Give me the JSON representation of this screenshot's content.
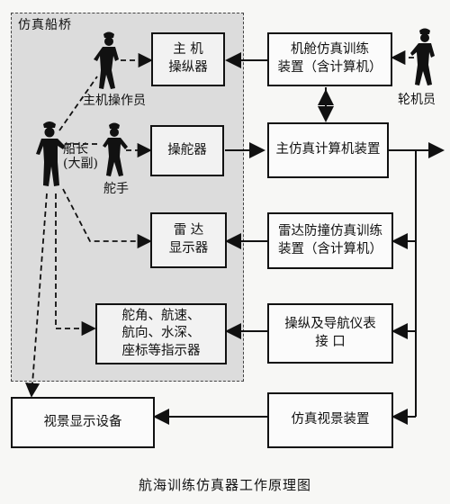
{
  "bridge": {
    "label": "仿真船桥"
  },
  "boxes": {
    "main_engine_ctrl": "主    机\n操纵器",
    "steering": "操舵器",
    "radar_display": "雷    达\n显示器",
    "indicators": "舵角、航速、\n航向、水深、\n座标等指示器",
    "visual_display": "视景显示设备",
    "engine_room_sim": "机舱仿真训练\n装置（含计算机）",
    "main_computer": "主仿真计算机装置",
    "radar_sim": "雷达防撞仿真训练\n装置（含计算机）",
    "nav_interface": "操纵及导航仪表\n接        口",
    "visual_sim": "仿真视景装置"
  },
  "people": {
    "engine_operator": "主机操作员",
    "captain": "船长\n(大副)",
    "helmsman": "舵手",
    "engineer": "轮机员"
  },
  "caption": "航海训练仿真器工作原理图"
}
